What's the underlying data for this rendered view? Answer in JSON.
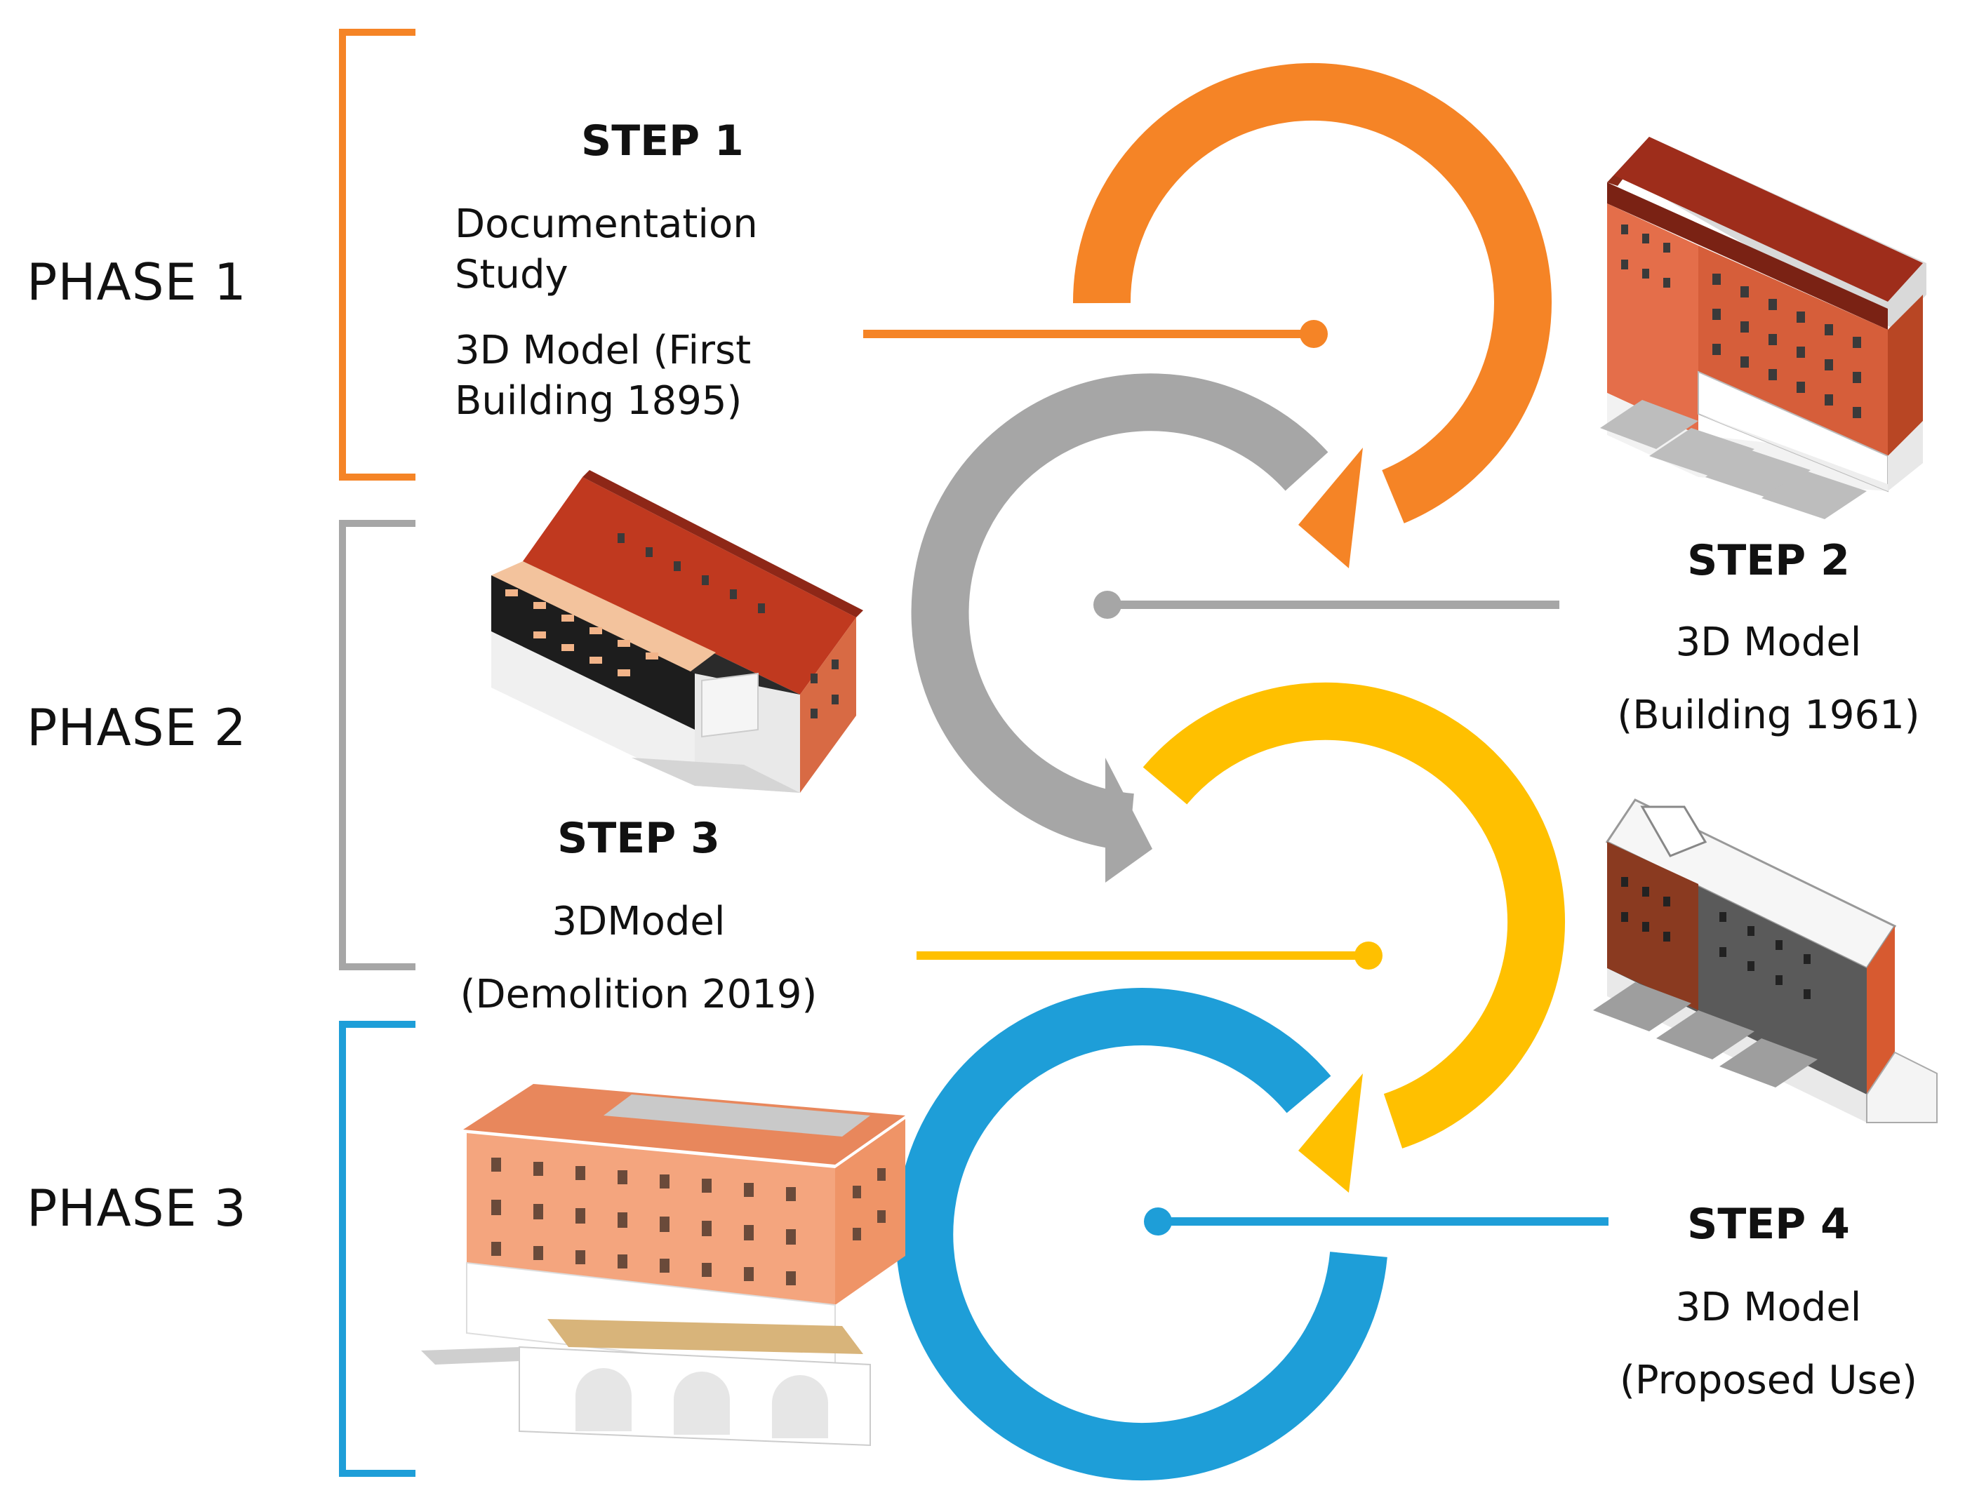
{
  "colors": {
    "phase1": "#F58426",
    "phase2": "#A6A6A6",
    "phase3": "#FFC000",
    "phase4": "#1E9ED8",
    "roof_red": "#A8301C",
    "facade_orange": "#E06A3C",
    "proposed_facade": "#F4A57E"
  },
  "phases": [
    {
      "label": "PHASE 1"
    },
    {
      "label": "PHASE 2"
    },
    {
      "label": "PHASE 3"
    }
  ],
  "steps": [
    {
      "title": "STEP 1",
      "lines": [
        "Documentation",
        "Study",
        "3D Model (First",
        "Building  1895)"
      ]
    },
    {
      "title": "STEP 2",
      "lines": [
        "3D Model",
        "(Building  1961)"
      ]
    },
    {
      "title": "STEP 3",
      "lines": [
        "3DModel",
        "(Demolition 2019)"
      ]
    },
    {
      "title": "STEP 4",
      "lines": [
        "3D Model",
        "(Proposed Use)"
      ]
    }
  ],
  "icons": [
    "building-1895-icon",
    "building-1961-icon",
    "building-2019-icon",
    "building-proposed-icon"
  ]
}
